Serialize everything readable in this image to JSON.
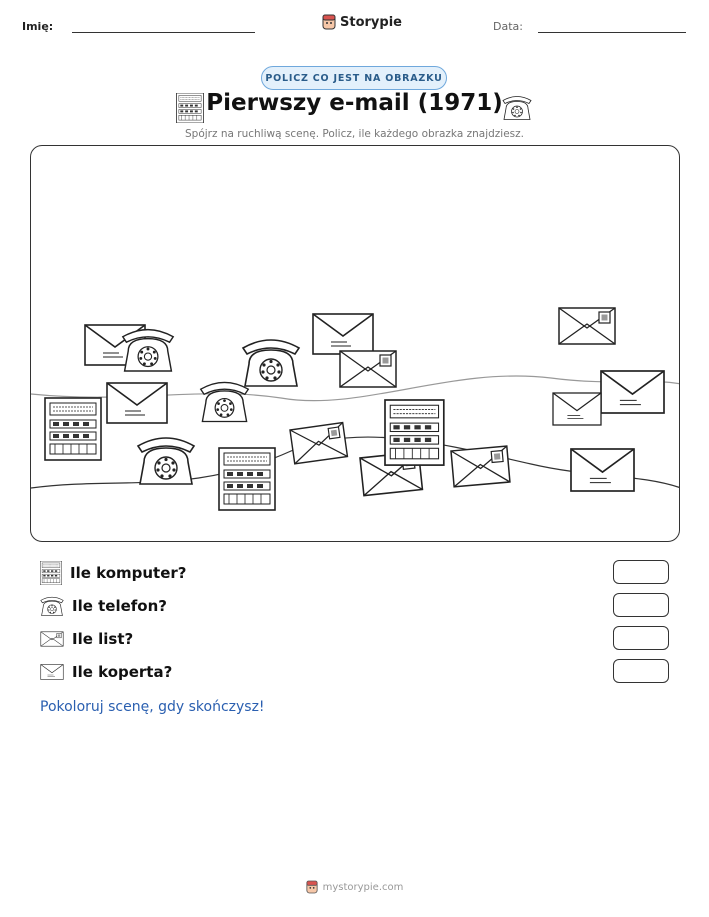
{
  "header": {
    "name_label": "Imię:",
    "date_label": "Data:",
    "brand": "Storypie"
  },
  "badge": "POLICZ CO JEST NA OBRAZKU",
  "title": "Pierwszy e-mail (1971)",
  "subtitle": "Spójrz na ruchliwą scenę. Policz, ile każdego obrazka znajdziesz.",
  "questions": [
    {
      "label": "Ile komputer?",
      "icon": "computer-icon"
    },
    {
      "label": "Ile telefon?",
      "icon": "telephone-icon"
    },
    {
      "label": "Ile list?",
      "icon": "letter-icon"
    },
    {
      "label": "Ile koperta?",
      "icon": "envelope-icon"
    }
  ],
  "instruction": "Pokoloruj scenę, gdy skończysz!",
  "footer": "mystorypie.com"
}
